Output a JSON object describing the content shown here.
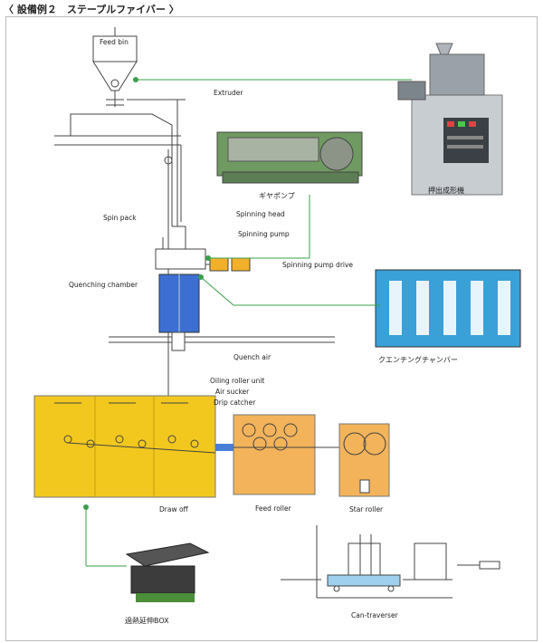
{
  "title": "〈 設備例２　ステープルファイバー 〉",
  "labels": {
    "feed_bin": "Feed bin",
    "extruder": "Extruder",
    "gear_pump": "ギヤポンプ",
    "extrusion_machine": "押出成形機",
    "spin_pack": "Spin pack",
    "spinning_head": "Spinning head",
    "spinning_pump": "Spinning pump",
    "spinning_pump_drive": "Spinning pump drive",
    "quenching_chamber": "Quenching chamber",
    "quench_air": "Quench air",
    "quench_chamber_jp": "クエンチングチャンバー",
    "oiling_roller_unit": "Oiling roller unit",
    "air_sucker": "Air sucker",
    "drip_catcher": "Drip catcher",
    "draw_off": "Draw off",
    "feed_roller": "Feed roller",
    "star_roller": "Star roller",
    "superheat_box": "過熱延伸BOX",
    "can_traverser": "Can-traverser"
  },
  "colors": {
    "yellow": "#f2c81e",
    "orange": "#f3b35a",
    "blue": "#4a7fd8",
    "green": "#3aa04a",
    "line": "#444444"
  }
}
